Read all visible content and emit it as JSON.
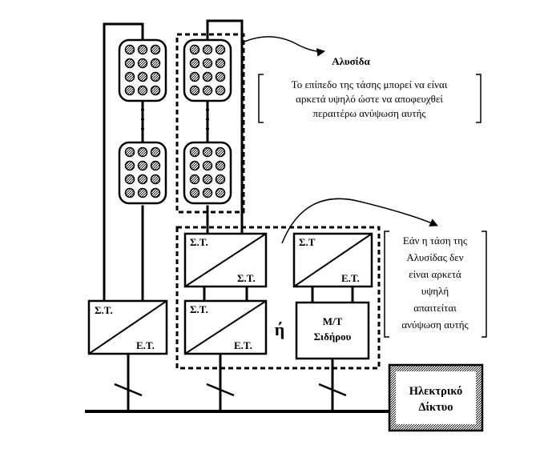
{
  "chain_label": "Αλυσίδα",
  "chain_note": [
    "Το επίπεδο της τάσης μπορεί να είναι",
    "αρκετά υψηλό ώστε να αποφευχθεί",
    "περαιτέρω ανύψωση αυτής"
  ],
  "boost_note": [
    "Εάν η τάση της",
    "Αλυσίδας δεν",
    "είναι αρκετά",
    "υψηλή",
    "απαιτείται",
    "ανύψωση αυτής"
  ],
  "converter_in": "Σ.Τ.",
  "converter_in_alt": "Σ.Τ",
  "converter_out_dc": "Σ.Τ.",
  "converter_out_ac": "Ε.Τ.",
  "or_label": "ή",
  "transformer": [
    "Μ/Τ",
    "Σιδήρου"
  ],
  "grid": [
    "Ηλεκτρικό",
    "Δίκτυο"
  ]
}
